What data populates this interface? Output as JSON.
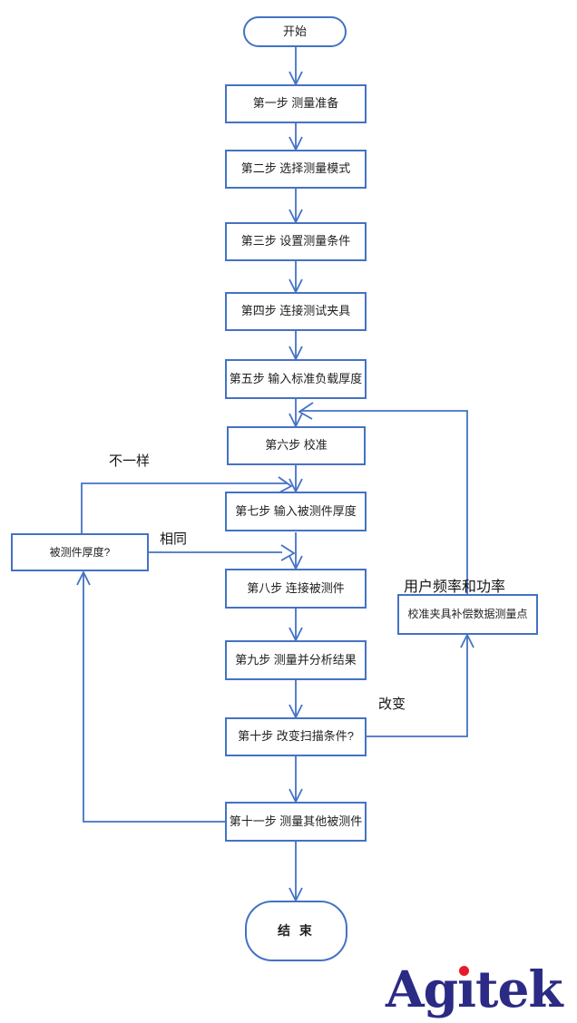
{
  "colors": {
    "line": "#4472c4",
    "text": "#1f1f1f",
    "background": "#ffffff",
    "logo_navy": "#2b2a85",
    "logo_red": "#e8192c"
  },
  "flowchart": {
    "start": "开始",
    "step1": "第一步 测量准备",
    "step2": "第二步 选择测量模式",
    "step3": "第三步 设置测量条件",
    "step4": "第四步 连接测试夹具",
    "step5": "第五步 输入标准负载厚度",
    "step6": "第六步 校准",
    "step7": "第七步 输入被测件厚度",
    "step8": "第八步 连接被测件",
    "step9": "第九步 测量并分析结果",
    "step10": "第十步 改变扫描条件?",
    "step11": "第十一步 测量其他被测件",
    "end": "结 束",
    "decision": "被测件厚度?",
    "compensation": "校准夹具补偿数据测量点"
  },
  "edge_labels": {
    "different": "不一样",
    "same": "相同",
    "change": "改变",
    "user_freq_power": "用户频率和功率"
  },
  "logo": {
    "text": "Agitek",
    "pre": "Ag",
    "dotless_i": "ı",
    "post": "tek"
  }
}
